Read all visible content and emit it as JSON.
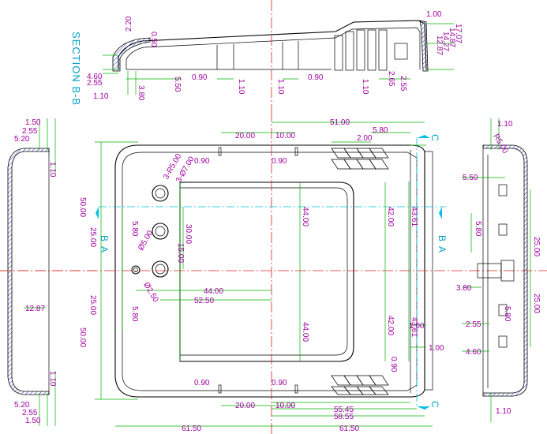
{
  "section_label": "SECTION B-B",
  "section_markers": {
    "b": "B",
    "a": "A",
    "c": "C"
  },
  "colors": {
    "outline": "#000000",
    "dimension_text": "#a000a0",
    "dimension_lines": "#00b000",
    "center_lines": "#e02020",
    "section_lines": "#00c0e0"
  },
  "dims": {
    "d1": "2.20",
    "d2": "0.50",
    "d3": "1.00",
    "d4": "17.07",
    "d5": "14.87",
    "d6": "14.27",
    "d7": "12.87",
    "d8": "4.60",
    "d9": "2.55",
    "d10": "1.10",
    "d11": "3.80",
    "d12": "5.50",
    "d13": "0.90",
    "d14": "1.10",
    "d15": "1.10",
    "d16": "0.90",
    "d17": "1.10",
    "d18": "2.65",
    "d19": "2.55",
    "d20": "1.50",
    "d21": "2.55",
    "d22": "5.20",
    "d23": "1.10",
    "d24": "12.87",
    "d25": "1.10",
    "d26": "5.20",
    "d27": "2.55",
    "d28": "1.50",
    "d29": "51.00",
    "d30": "20.00",
    "d31": "10.00",
    "d32": "5.80",
    "d33": "2.00",
    "d34": "0.90",
    "d35": "0.90",
    "d36": "3-R5.00",
    "d37": "3-Ø7.00",
    "d38": "50.00",
    "d39": "25.00",
    "d40": "5.80",
    "d41": "30.00",
    "d42": "15.00",
    "d43": "44.00",
    "d44": "42.00",
    "d45": "43.61",
    "d46": "Ø5.00",
    "d47": "Ø2.50",
    "d48": "44.00",
    "d49": "52.50",
    "d50": "25.00",
    "d51": "50.00",
    "d52": "5.80",
    "d53": "44.00",
    "d54": "42.00",
    "d55": "43.61",
    "d56": "1.00",
    "d57": "1.00",
    "d58": "0.90",
    "d59": "0.90",
    "d60": "0.90",
    "d61": "20.00",
    "d62": "10.00",
    "d63": "55.45",
    "d64": "58.55",
    "d65": "61.50",
    "d66": "61.50",
    "d67": "1.10",
    "d68": "R5.00",
    "d69": "5.50",
    "d70": "5.80",
    "d71": "25.00",
    "d72": "3.80",
    "d73": "25.00",
    "d74": "5.80",
    "d75": "2.55",
    "d76": "4.60",
    "d77": "1.10"
  }
}
